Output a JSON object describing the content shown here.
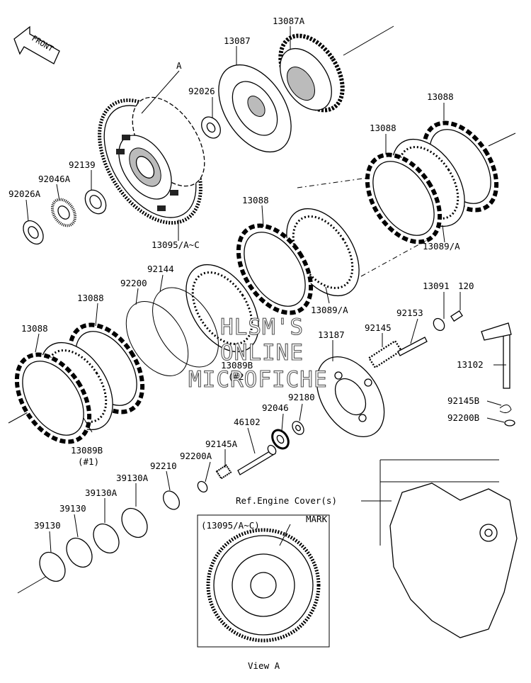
{
  "front_badge": "FRONT",
  "callouts": {
    "A": "A",
    "p13087A": "13087A",
    "p13087": "13087",
    "p92026": "92026",
    "p13088_a": "13088",
    "p13088_b": "13088",
    "p92139": "92139",
    "p92046A": "92046A",
    "p92026A": "92026A",
    "p13088_c": "13088",
    "p13089A_a": "13089/A",
    "p13095AC": "13095/A~C",
    "p92144": "92144",
    "p92200": "92200",
    "p13088_d": "13088",
    "p13088_e": "13088",
    "p13089A_b": "13089/A",
    "p13091": "13091",
    "p120": "120",
    "p92153": "92153",
    "p92145": "92145",
    "p13187": "13187",
    "p13102": "13102",
    "p13089B_a": "13089B",
    "p13089B_a_sub": "(#2)",
    "p92180": "92180",
    "p92046": "92046",
    "p92145B": "92145B",
    "p92200B": "92200B",
    "p46102": "46102",
    "p92145A": "92145A",
    "p13089B_b": "13089B",
    "p13089B_b_sub": "(#1)",
    "p92200A": "92200A",
    "p92210": "92210",
    "p39130A_a": "39130A",
    "p39130A_b": "39130A",
    "p39130_a": "39130",
    "p39130_b": "39130",
    "ref_engine_cover": "Ref.Engine Cover(s)",
    "view_header": "(13095/A~C)",
    "mark": "MARK",
    "view_a": "View A"
  },
  "watermark": {
    "line1": "HLSM'S",
    "line2": "ONLINE",
    "line3": "MICROFICHE"
  }
}
